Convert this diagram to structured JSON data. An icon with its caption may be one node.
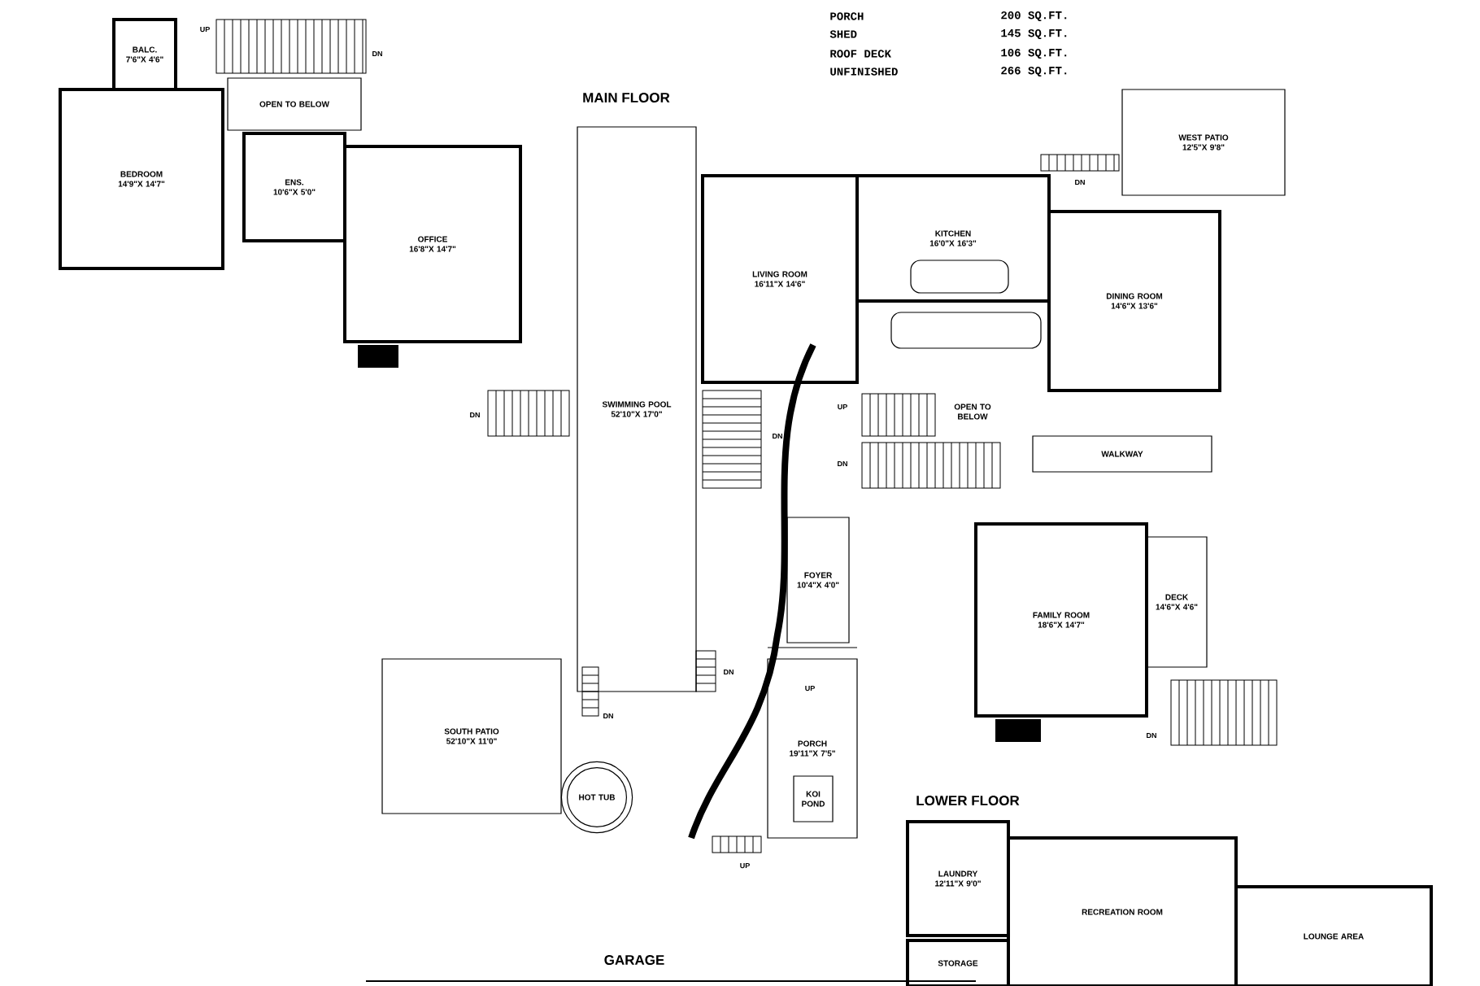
{
  "diagram": {
    "nodes": [
      {
        "text": [
          "BALC.",
          "7'6\"X 4'6\""
        ]
      },
      {
        "text": [
          "OPEN TO BELOW"
        ]
      },
      {
        "text": [
          "BEDROOM",
          "14'9\"X 14'7\""
        ]
      },
      {
        "text": [
          "ENS.",
          "10'6\"X 5'0\""
        ]
      },
      {
        "text": [
          "OFFICE",
          "16'8\"X 14'7\""
        ]
      },
      {
        "text": [
          "WEST PATIO",
          "12'5\"X 9'8\""
        ]
      },
      {
        "text": [
          "SWIMMING POOL",
          "52'10\"X 17'0\""
        ]
      },
      {
        "text": [
          "LIVING ROOM",
          "16'11\"X 14'6\""
        ]
      },
      {
        "text": [
          "KITCHEN",
          "16'0\"X 16'3\""
        ]
      },
      {
        "text": [
          "DINING ROOM",
          "14'6\"X 13'6\""
        ]
      },
      {
        "text": [
          "OPEN TO BELOW"
        ]
      },
      {
        "text": [
          "WALKWAY"
        ]
      },
      {
        "text": [
          "FOYER",
          "10'4\"X 4'0\""
        ]
      },
      {
        "text": [
          "FAMILY ROOM",
          "18'6\"X 14'7\""
        ]
      },
      {
        "text": [
          "DECK",
          "14'6\"X 4'6\""
        ]
      },
      {
        "text": [
          "SOUTH PATIO",
          "52'10\"X 11'0\""
        ]
      },
      {
        "text": [
          "HOT TUB"
        ]
      },
      {
        "text": [
          "PORCH",
          "19'11\"X 7'5\""
        ]
      },
      {
        "text": [
          "KOI POND"
        ],
        "in": 17
      },
      {
        "text": [
          "LAUNDRY",
          "12'11\"X 9'0\""
        ]
      },
      {
        "text": [
          "STORAGE"
        ]
      },
      {
        "text": [
          "RECREATION ROOM"
        ]
      },
      {
        "text": [
          "LOUNGE AREA"
        ]
      }
    ],
    "labels": [
      "PORCH",
      "200 SQ.FT.",
      "SHED",
      "145 SQ.FT.",
      "ROOF DECK",
      "106 SQ.FT.",
      "UNFINISHED",
      "266 SQ.FT.",
      "UP",
      "DN",
      "MAIN FLOOR",
      "DN",
      "DN",
      "DN",
      "UP",
      "DN",
      "UP",
      "DN",
      "DN",
      "DN",
      "LOWER FLOOR",
      "UP",
      "GARAGE"
    ]
  }
}
